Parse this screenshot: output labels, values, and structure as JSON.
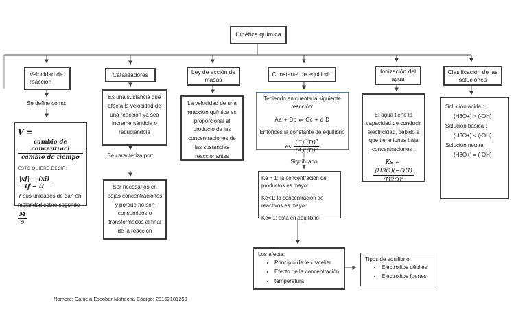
{
  "page": {
    "title": "Cinética química",
    "footer": "Nombre: Daniela Escobar Mahecha   Código: 20162181259"
  },
  "velocidad": {
    "heading": "Velocidad de reacción",
    "se_define": "Se define como:",
    "formula_v_lhs": "V =",
    "formula_v_num": "cambio de concentraci",
    "formula_v_den": "cambio de tiempo",
    "nota": "ESTO QUIERE DECIR:",
    "formula_t_num": "|xf| − (xi)",
    "formula_t_den": "tf − ti",
    "unidades": "Y sus unidades de dan en molaridad sobre segundo",
    "unidades_num": "M",
    "unidades_den": "s"
  },
  "catalizadores": {
    "heading": "Catalizadores",
    "definicion": "Es una sustancia que afecta la velocidad de una reacción ya sea incrementándola o reduciéndola",
    "se_caracteriza": "Se caracteriza por:",
    "caracteristica": "Ser necesarios en bajas concentraciones  y porque no son consumidos o transformados al final de la reacción"
  },
  "ley_masas": {
    "heading": "Ley de acción de masas",
    "definicion": "La velocidad de una reacción química es proporcional al producto de las concentraciones de las sustancias reaccionantes"
  },
  "constante": {
    "heading": "Constante de equilibrio",
    "intro": "Teniendo en cuenta la siguiente reacción:",
    "reaccion": "Aa + Bb ⇌  Cc + d D",
    "entonces": "Entonces la constante de equilibrio",
    "es": "es:",
    "k_num": [
      {
        "base": "(C)",
        "exp": "c"
      },
      {
        "base": "(D)",
        "exp": "d"
      }
    ],
    "k_den": [
      {
        "base": "(A)",
        "exp": "a"
      },
      {
        "base": "(B)",
        "exp": "b"
      }
    ],
    "significado_label": "Significado",
    "significado": [
      "Ke > 1: la concentración de productos es mayor",
      "Ke<1: la concentración de reactivos es mayor",
      "Ke= 1: está en equilibrio"
    ],
    "afecta_titulo": "Los afecta:",
    "afecta": [
      "Principio de le chatelier",
      "Efecto de la concentración",
      "temperatura"
    ],
    "tipos_titulo": "Tipos de equilibrio:",
    "tipos": [
      "Electrolitos débiles",
      "Electrolitos fuertes"
    ]
  },
  "ionizacion": {
    "heading": "Ionización del agua",
    "definicion": "El agua tiene la capacidad de conducir electricidad, debido a que tiene iones baja concentraciones .",
    "ks_lhs": "Ks =",
    "ks_num": "(H3O)(−OH)",
    "ks_den": "(H2O)",
    "ks_den_exp": "2"
  },
  "clasificacion": {
    "heading": "Clasificación de las soluciones",
    "items": [
      {
        "label": "Solución acida :",
        "formula": "(H3O+) > (-OH)"
      },
      {
        "label": "Solución básica :",
        "formula": "(H3O+) < (-OH)"
      },
      {
        "label": "Solución neutra",
        "formula": "(H3O+) = (-OH)"
      }
    ]
  },
  "colors": {
    "line": "#4c4c4c",
    "box_border": "#3b3b3b",
    "accent_blue": "#4f81bd"
  }
}
